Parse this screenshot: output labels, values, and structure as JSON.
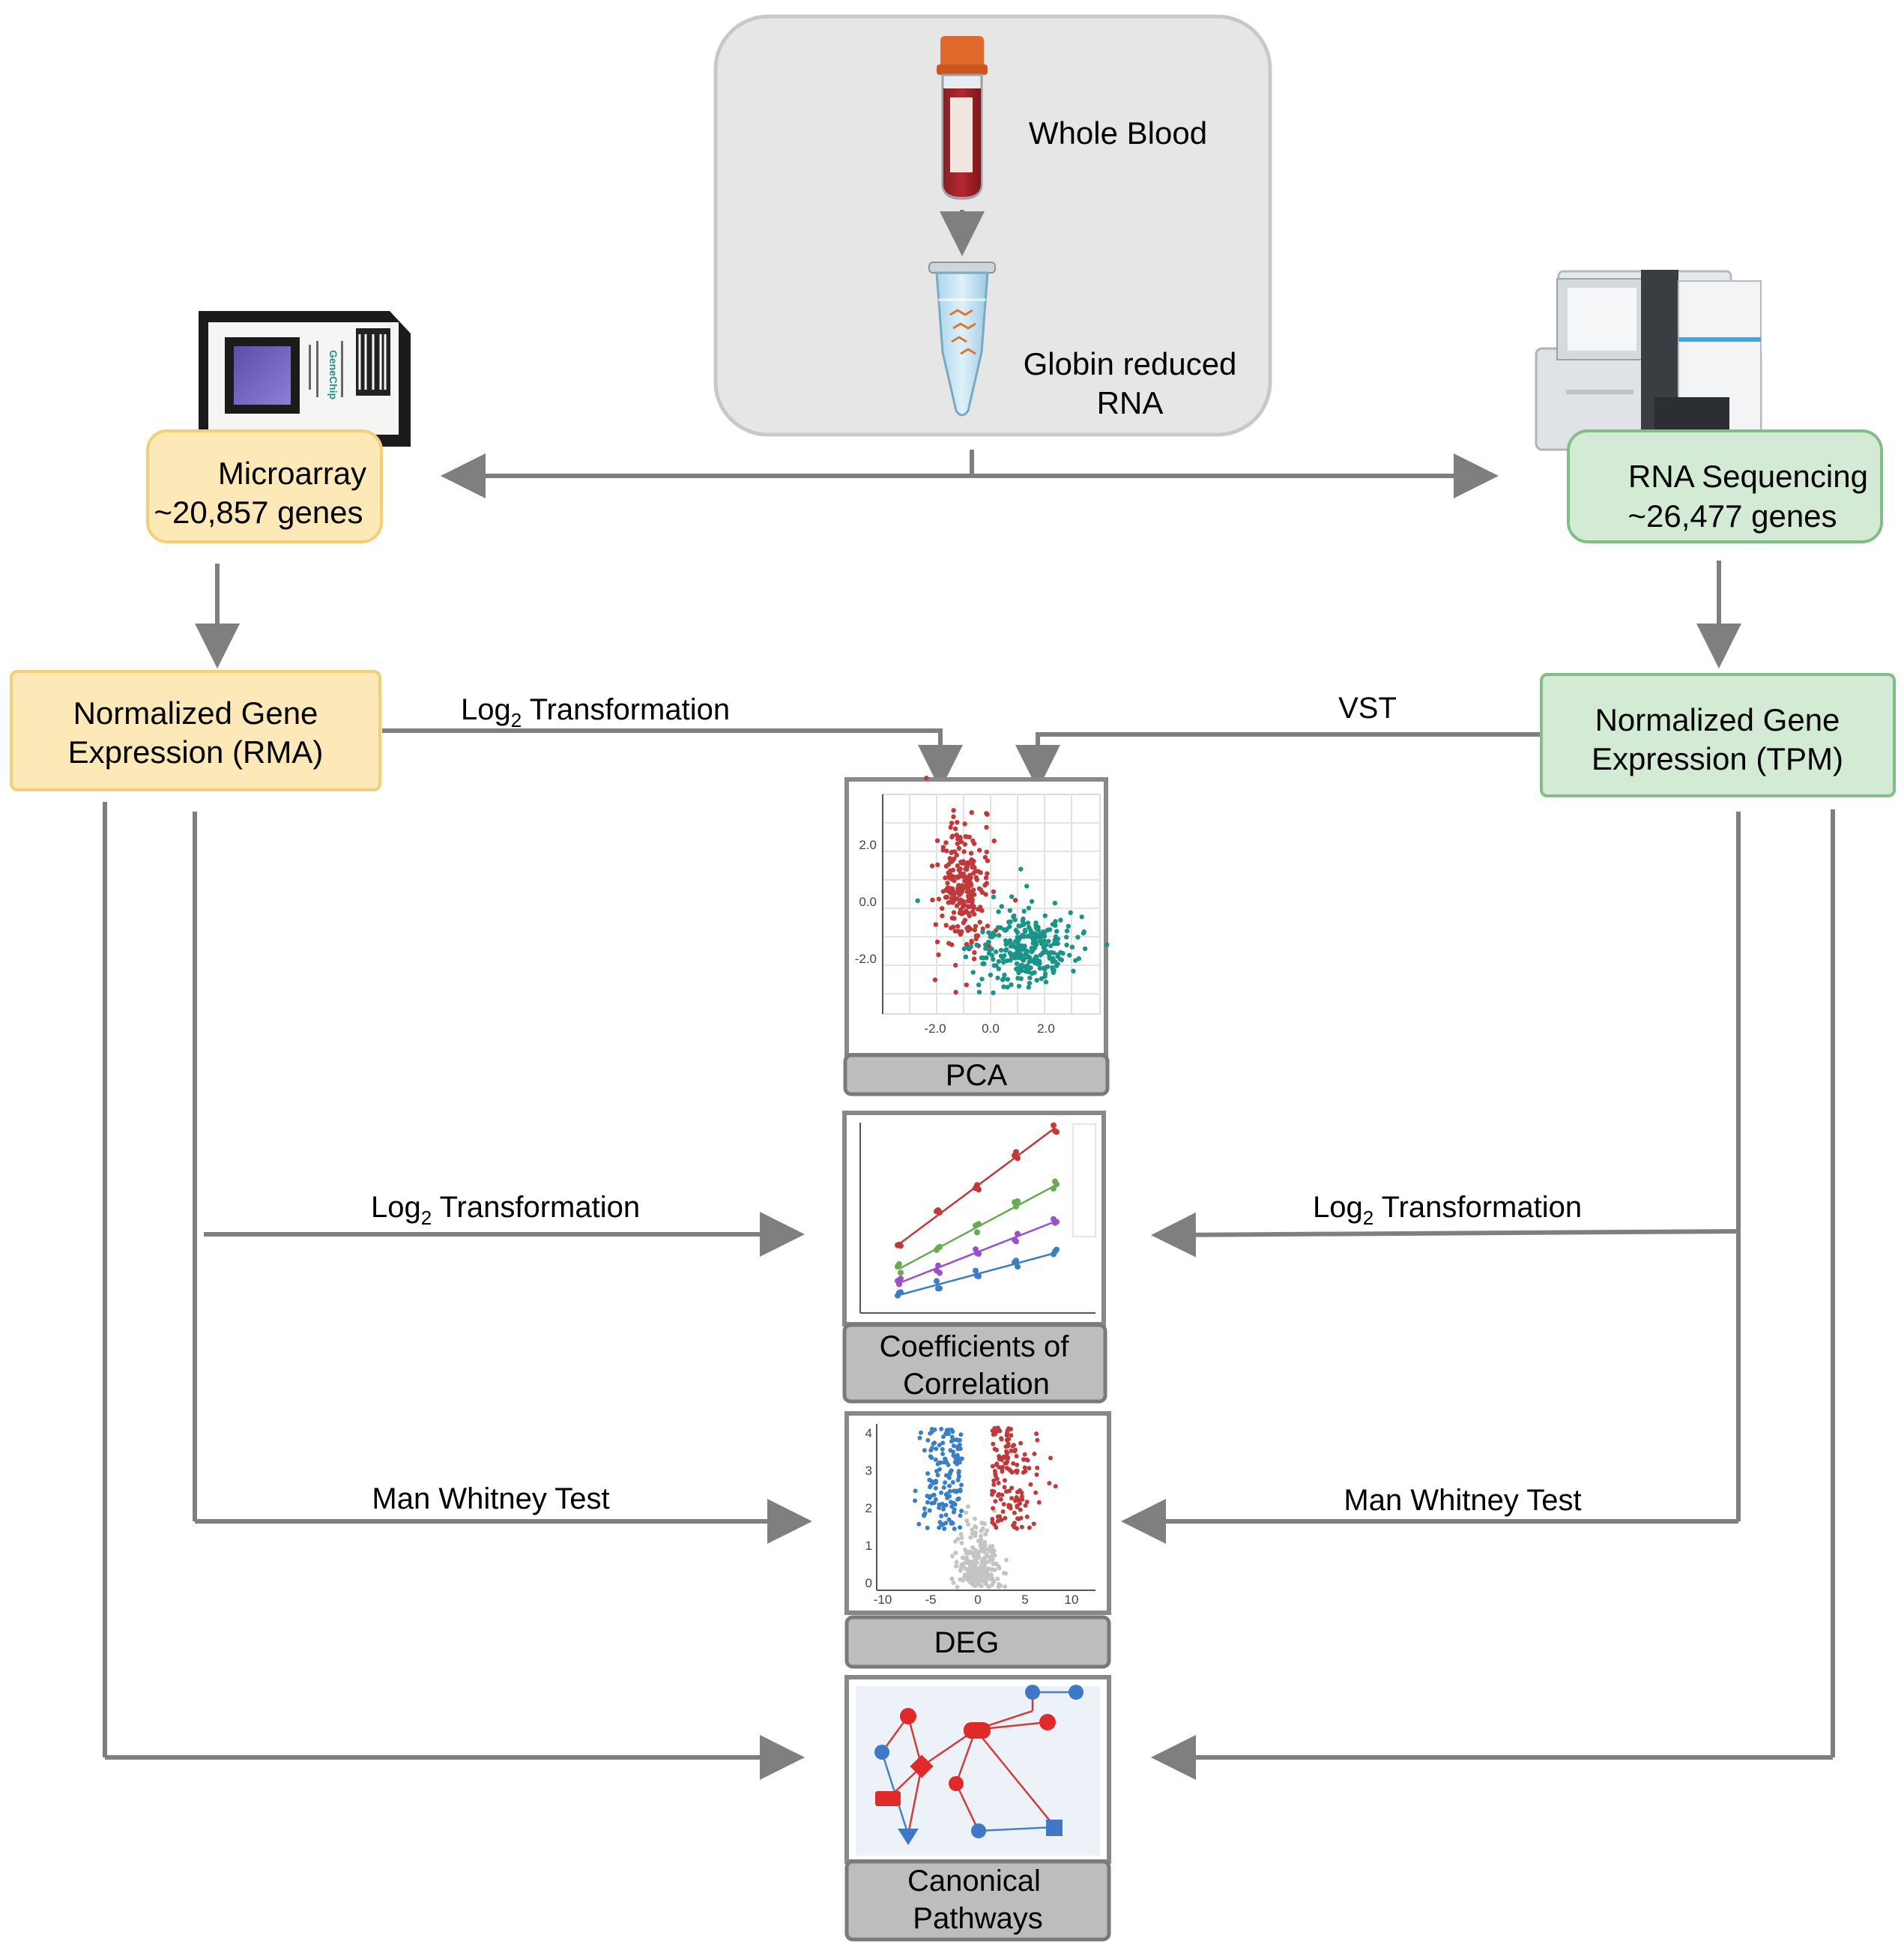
{
  "sample": {
    "whole_blood": "Whole Blood",
    "globin_line1": "Globin reduced",
    "globin_line2": "RNA"
  },
  "microarray": {
    "title": "Microarray",
    "genes": "~20,857 genes",
    "norm_line1": "Normalized Gene",
    "norm_line2": "Expression (RMA)"
  },
  "rnaseq": {
    "title": "RNA Sequencing",
    "genes": "~26,477 genes",
    "norm_line1": "Normalized Gene",
    "norm_line2": "Expression (TPM)"
  },
  "chip": {
    "brand": "GeneChip"
  },
  "edges": {
    "log2_base": "Log",
    "log2_sub": "2",
    "log2_rest": " Transformation",
    "vst": "VST",
    "mwt": "Man Whitney Test"
  },
  "analyses": {
    "pca": "PCA",
    "corr_line1": "Coefficients of",
    "corr_line2": "Correlation",
    "deg": "DEG",
    "path_line1": "Canonical",
    "path_line2": "Pathways"
  },
  "pca_plot": {
    "ticks_y": [
      "2.0",
      "0.0",
      "-2.0"
    ],
    "ticks_x": [
      "-2.0",
      "0.0",
      "2.0"
    ]
  },
  "volcano_plot": {
    "ticks_y": [
      "4",
      "3",
      "2",
      "1",
      "0"
    ],
    "ticks_x": [
      "-10",
      "-5",
      "0",
      "5",
      "10"
    ]
  },
  "colors": {
    "arrow": "#7f7f7f",
    "microarray_fill": "#fde8b8",
    "microarray_border": "#f3cf7a",
    "rnaseq_fill": "#d3ebd5",
    "rnaseq_border": "#7fbf85",
    "sample_fill": "#e6e6e6",
    "label_fill": "#bdbdbd",
    "red": "#c0393b",
    "teal": "#1a9488",
    "blue": "#3a7fc4",
    "green": "#6aaa55",
    "purple": "#9b4fc8"
  }
}
